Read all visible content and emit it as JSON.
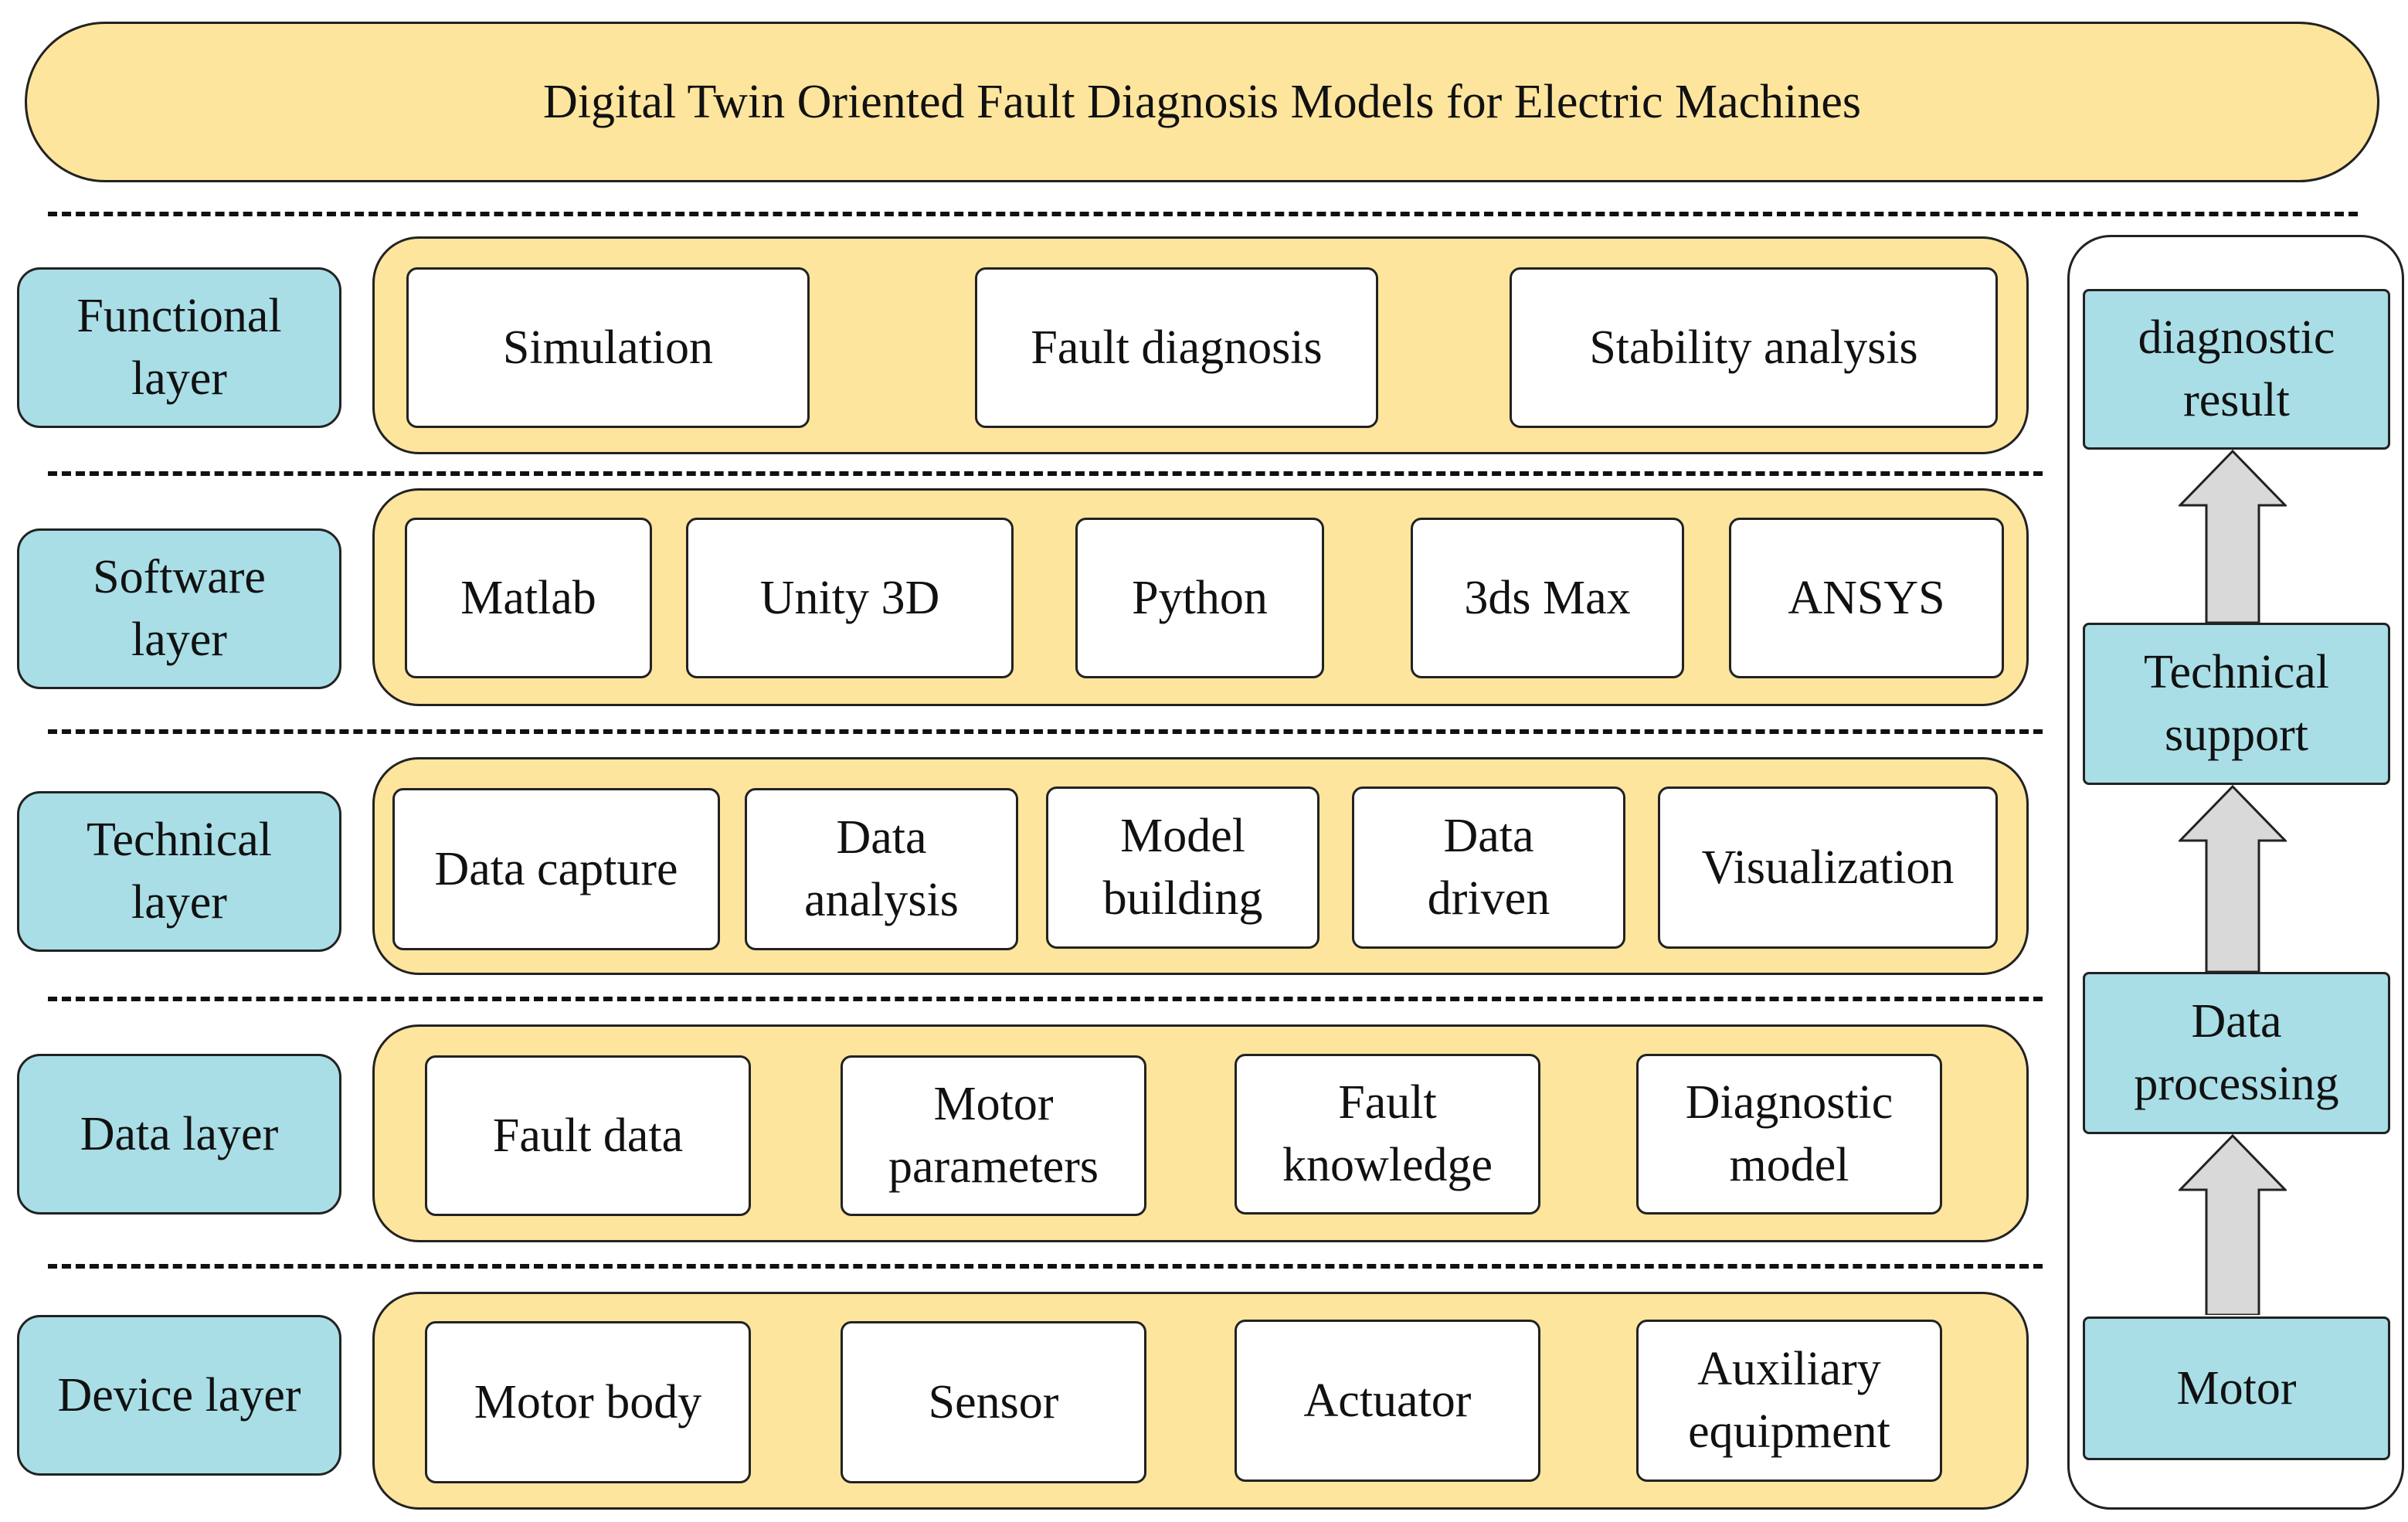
{
  "title": "Digital Twin Oriented Fault Diagnosis Models for Electric Machines",
  "layers": [
    {
      "label": "Functional\nlayer",
      "items": [
        "Simulation",
        "Fault diagnosis",
        "Stability analysis"
      ]
    },
    {
      "label": "Software\nlayer",
      "items": [
        "Matlab",
        "Unity 3D",
        "Python",
        "3ds Max",
        "ANSYS"
      ]
    },
    {
      "label": "Technical\nlayer",
      "items": [
        "Data capture",
        "Data\nanalysis",
        "Model\nbuilding",
        "Data\ndriven",
        "Visualization"
      ]
    },
    {
      "label": "Data layer",
      "items": [
        "Fault data",
        "Motor\nparameters",
        "Fault\nknowledge",
        "Diagnostic\nmodel"
      ]
    },
    {
      "label": "Device layer",
      "items": [
        "Motor body",
        "Sensor",
        "Actuator",
        "Auxiliary\nequipment"
      ]
    }
  ],
  "flow": [
    "diagnostic\nresult",
    "Technical\nsupport",
    "Data\nprocessing",
    "Motor"
  ],
  "colors": {
    "layer_label": "#a9dee6",
    "band": "#fde59e",
    "item": "#ffffff",
    "arrow": "#d9d9d9"
  }
}
